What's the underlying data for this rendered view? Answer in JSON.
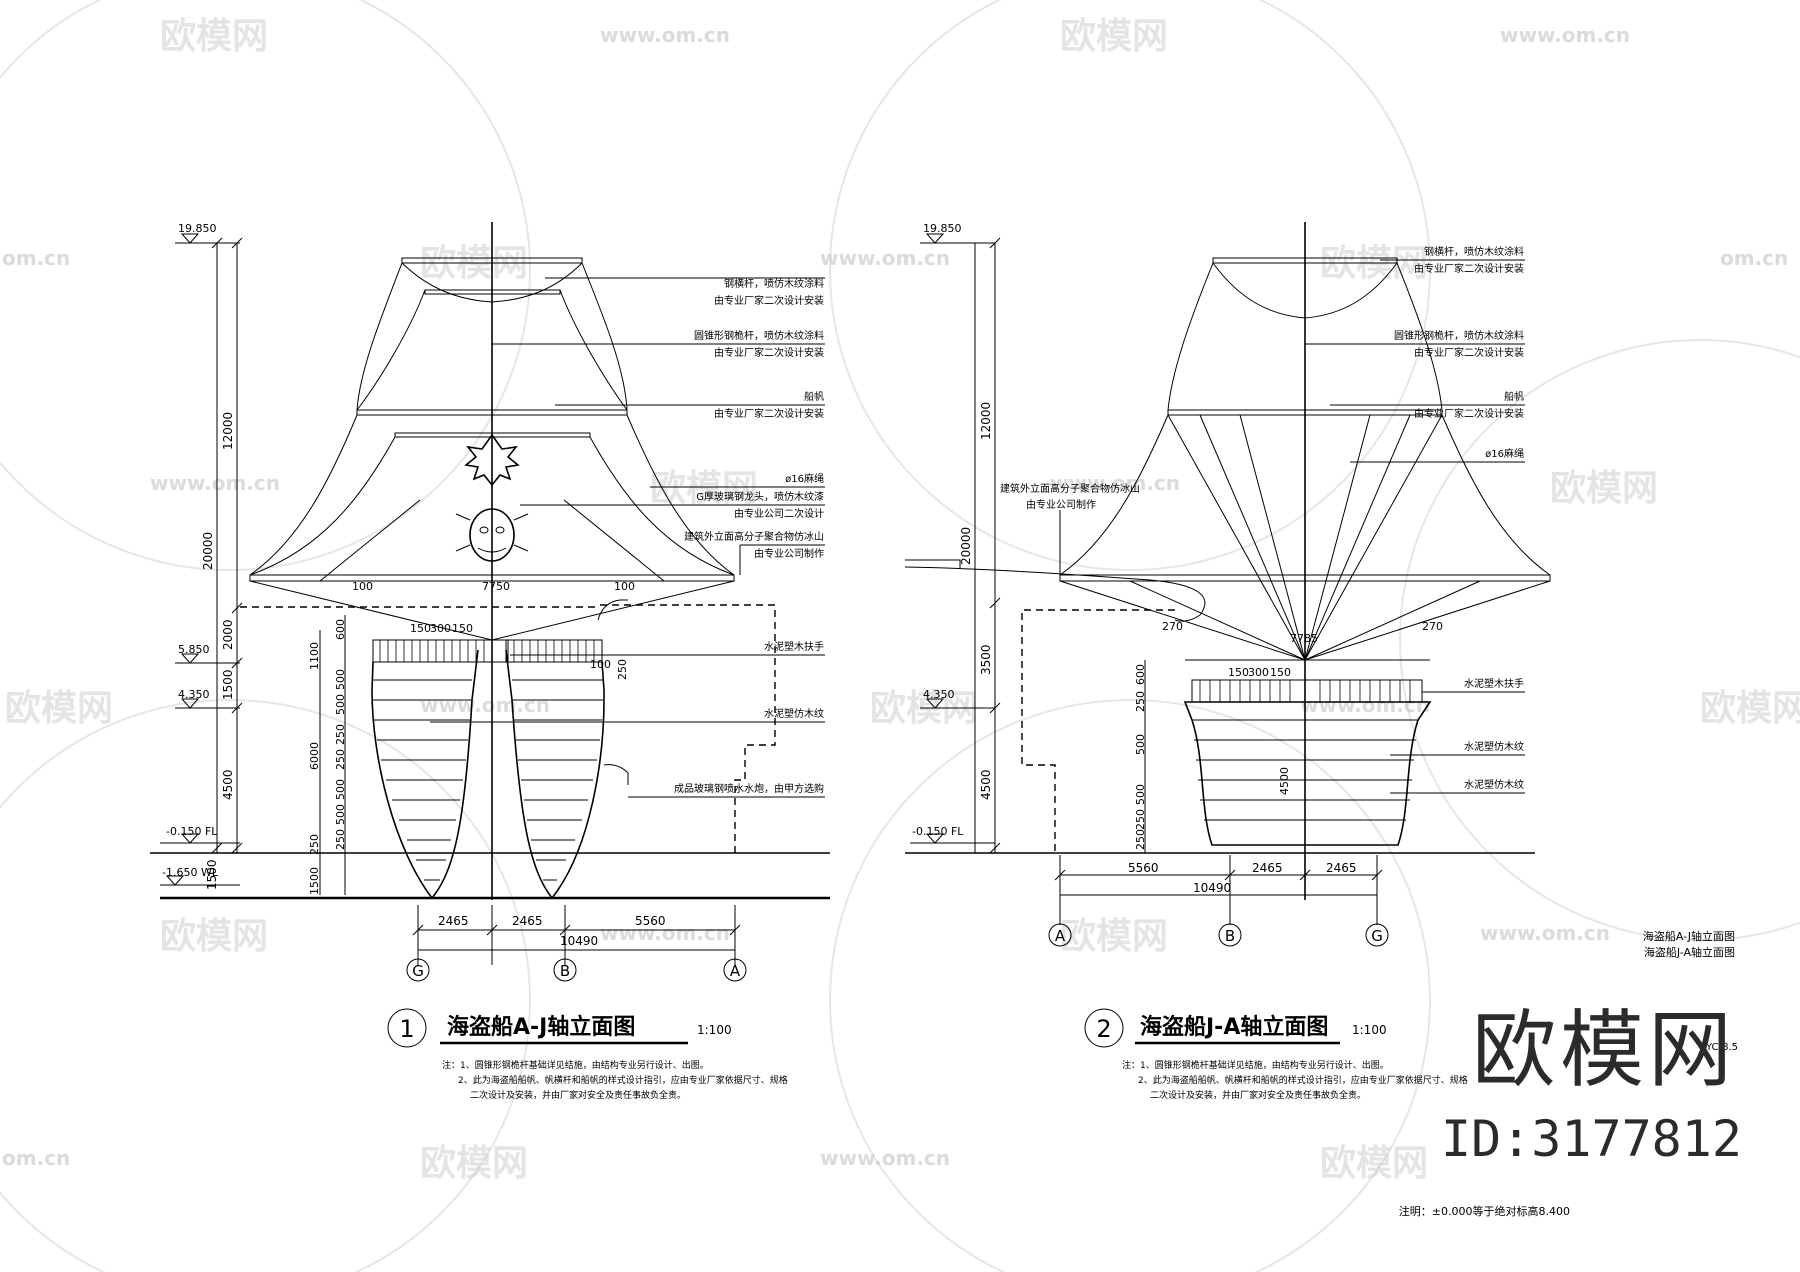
{
  "watermark": {
    "brand": "欧模网",
    "url": "www.om.cn",
    "domain": "om.cn"
  },
  "corner": {
    "brand": "欧模网",
    "id": "ID:3177812"
  },
  "drawings": [
    {
      "num": "1",
      "title": "海盗船A-J轴立面图",
      "scale": "1:100",
      "notes": [
        "注：1、圆锥形钢桅杆基础详见结施，由结构专业另行设计、出图。",
        "2、此为海盗船船帆、帆横杆和船帆的样式设计指引，应由专业厂家依据尺寸、规格",
        "二次设计及安装，并由厂家对安全及责任事故负全责。"
      ],
      "levels": [
        "19.850",
        "5.850",
        "4.350",
        "-0.150 FL",
        "-1.650 WL"
      ],
      "dims_left": [
        "12000",
        "20000",
        "2000",
        "1500",
        "4500",
        "1500"
      ],
      "dims_inner": [
        "600",
        "1100",
        "500",
        "500",
        "250",
        "250",
        "6000",
        "500",
        "500",
        "250",
        "250",
        "1500"
      ],
      "top_marks": [
        "100",
        "7750",
        "100",
        "150",
        "300",
        "150",
        "100",
        "250"
      ],
      "bottom_dims": [
        "2465",
        "2465",
        "5560",
        "10490"
      ],
      "axes": [
        "G",
        "B",
        "A"
      ],
      "callouts": [
        {
          "l1": "钢横杆，喷仿木纹涂料",
          "l2": "由专业厂家二次设计安装"
        },
        {
          "l1": "圆锥形钢桅杆，喷仿木纹涂料",
          "l2": "由专业厂家二次设计安装"
        },
        {
          "l1": "船帆",
          "l2": "由专业厂家二次设计安装"
        },
        {
          "l1": "ø16麻绳",
          "l2": ""
        },
        {
          "l1": "G厚玻璃钢龙头，喷仿木纹漆",
          "l2": "由专业公司二次设计"
        },
        {
          "l1": "建筑外立面高分子聚合物仿冰山",
          "l2": "由专业公司制作"
        },
        {
          "l1": "水泥塑木扶手",
          "l2": ""
        },
        {
          "l1": "水泥塑仿木纹",
          "l2": ""
        },
        {
          "l1": "成品玻璃钢喷水水炮，由甲方选购",
          "l2": ""
        }
      ]
    },
    {
      "num": "2",
      "title": "海盗船J-A轴立面图",
      "scale": "1:100",
      "notes": [
        "注：1、圆锥形钢桅杆基础详见结施，由结构专业另行设计、出图。",
        "2、此为海盗船船帆、帆横杆和船帆的样式设计指引，应由专业厂家依据尺寸、规格",
        "二次设计及安装，并由厂家对安全及责任事故负全责。"
      ],
      "levels": [
        "19.850",
        "4.350",
        "-0.150 FL"
      ],
      "dims_left": [
        "12000",
        "20000",
        "3500",
        "4500"
      ],
      "dims_inner": [
        "600",
        "250",
        "500",
        "500",
        "250",
        "250"
      ],
      "top_marks": [
        "270",
        "7785",
        "270",
        "150",
        "300",
        "150",
        "4500"
      ],
      "bottom_dims": [
        "5560",
        "2465",
        "2465",
        "10490"
      ],
      "axes": [
        "A",
        "B",
        "G"
      ],
      "callouts": [
        {
          "l1": "钢横杆，喷仿木纹涂料",
          "l2": "由专业厂家二次设计安装"
        },
        {
          "l1": "圆锥形钢桅杆，喷仿木纹涂料",
          "l2": "由专业厂家二次设计安装"
        },
        {
          "l1": "船帆",
          "l2": "由专业厂家二次设计安装"
        },
        {
          "l1": "ø16麻绳",
          "l2": ""
        },
        {
          "l1": "建筑外立面高分子聚合物仿冰山",
          "l2": "由专业公司制作"
        },
        {
          "l1": "水泥塑木扶手",
          "l2": ""
        },
        {
          "l1": "水泥塑仿木纹",
          "l2": ""
        },
        {
          "l1": "水泥塑仿木纹",
          "l2": ""
        }
      ]
    }
  ],
  "sheet": {
    "titles": [
      "海盗船A-J轴立面图",
      "海盗船J-A轴立面图"
    ],
    "code": "YC-8.5",
    "footnote": "注明：±0.000等于绝对标高8.400"
  }
}
